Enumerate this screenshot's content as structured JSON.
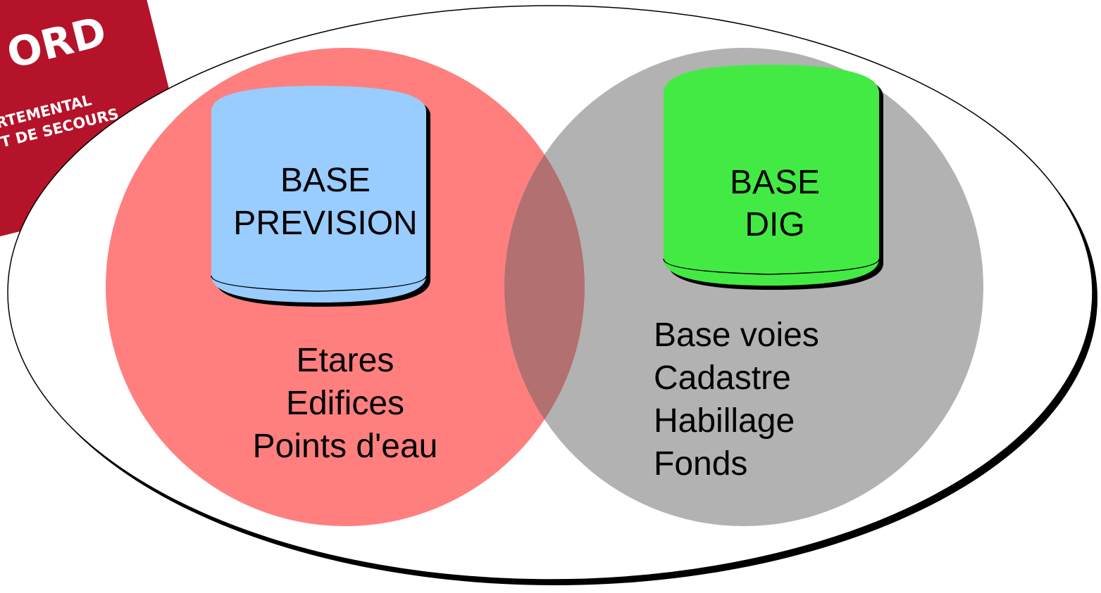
{
  "logo": {
    "title_fragment": "ORD",
    "line1": "RTEMENTAL",
    "line2": "T DE SECOURS"
  },
  "prevision": {
    "db_title_line1": "BASE",
    "db_title_line2": "PREVISION",
    "items": [
      "Etares",
      "Edifices",
      "Points d'eau"
    ]
  },
  "dig": {
    "db_title_line1": "BASE",
    "db_title_line2": "DIG",
    "items": [
      "Base voies",
      "Cadastre",
      "Habillage",
      "Fonds"
    ]
  },
  "colors": {
    "prevision_circle": "#ff7f7f",
    "dig_circle": "#b2b2b2",
    "overlap": "#b27070",
    "prevision_db": "#99ccff",
    "dig_db": "#44ea44",
    "logo_red": "#b5132a"
  }
}
